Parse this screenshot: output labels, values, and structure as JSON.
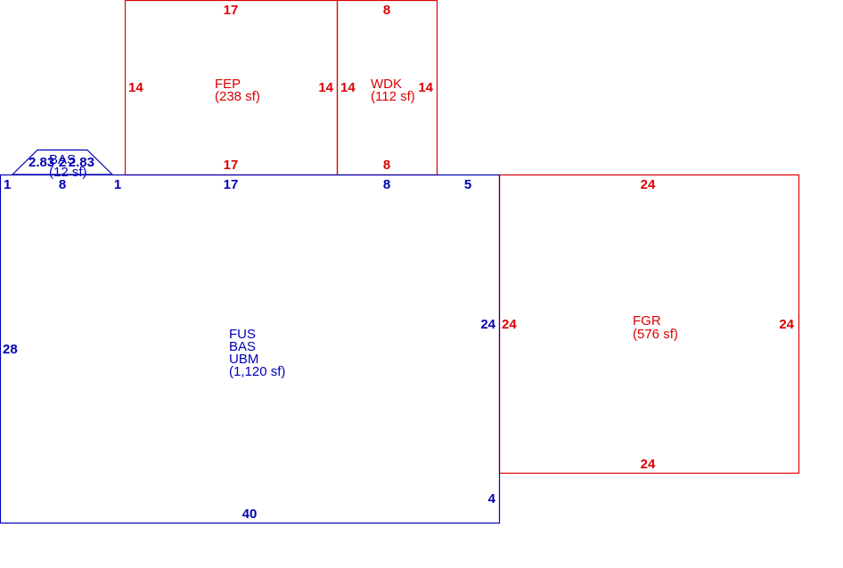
{
  "colors": {
    "main_structure": "#0000b4",
    "additions": "#dc0000",
    "background": "#ffffff"
  },
  "areas": {
    "fep": {
      "name": "FEP",
      "area": "(238 sf)",
      "dims": {
        "top": "17",
        "bottom": "17",
        "left": "14",
        "right": "14"
      }
    },
    "wdk": {
      "name": "WDK",
      "area": "(112 sf)",
      "dims": {
        "top": "8",
        "bottom": "8",
        "left": "14",
        "right": "14"
      }
    },
    "bay": {
      "name": "BAS",
      "area": "(12 sf)",
      "dims": {
        "left_diag": "2.83",
        "top": "2",
        "right_diag": "2.83",
        "base": "8"
      }
    },
    "main": {
      "names": [
        "FUS",
        "BAS",
        "UBM"
      ],
      "area": "(1,120 sf)",
      "dims": {
        "top_left_small": "1",
        "top_right_small": "1",
        "top_fep": "17",
        "top_wdk": "8",
        "top_end": "5",
        "left": "28",
        "right_upper": "24",
        "right_lower": "4",
        "bottom": "40"
      }
    },
    "fgr": {
      "name": "FGR",
      "area": "(576 sf)",
      "dims": {
        "top": "24",
        "bottom": "24",
        "left": "24",
        "right": "24"
      }
    }
  }
}
